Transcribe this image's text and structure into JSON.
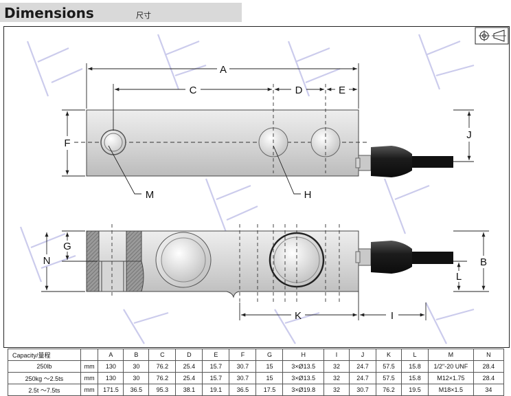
{
  "header": {
    "title": "Dimensions",
    "subtitle_cn": "尺寸"
  },
  "labels": {
    "A": "A",
    "B": "B",
    "C": "C",
    "D": "D",
    "E": "E",
    "F": "F",
    "G": "G",
    "H": "H",
    "I": "I",
    "J": "J",
    "K": "K",
    "L": "L",
    "M": "M",
    "N": "N"
  },
  "table": {
    "headers": [
      "Capacity/量程",
      "",
      "A",
      "B",
      "C",
      "D",
      "E",
      "F",
      "G",
      "H",
      "I",
      "J",
      "K",
      "L",
      "M",
      "N"
    ],
    "rows": [
      [
        "250lb",
        "mm",
        "130",
        "30",
        "76.2",
        "25.4",
        "15.7",
        "30.7",
        "15",
        "3×Ø13.5",
        "32",
        "24.7",
        "57.5",
        "15.8",
        "1/2\"-20 UNF",
        "28.4"
      ],
      [
        "250kg ～2.5ts",
        "mm",
        "130",
        "30",
        "76.2",
        "25.4",
        "15.7",
        "30.7",
        "15",
        "3×Ø13.5",
        "32",
        "24.7",
        "57.5",
        "15.8",
        "M12×1.75",
        "28.4"
      ],
      [
        "2.5t ～7.5ts",
        "mm",
        "171.5",
        "36.5",
        "95.3",
        "38.1",
        "19.1",
        "36.5",
        "17.5",
        "3×Ø19.8",
        "32",
        "30.7",
        "76.2",
        "19.5",
        "M18×1.5",
        "34"
      ]
    ]
  }
}
